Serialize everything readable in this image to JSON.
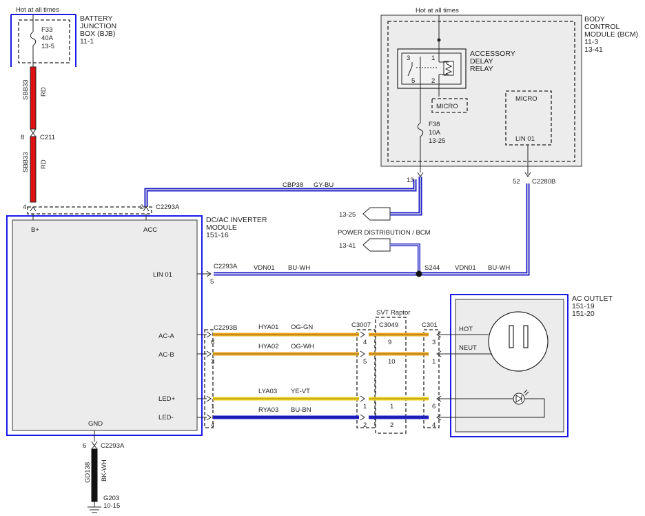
{
  "bjb": {
    "hot_label": "Hot at all times",
    "title_lines": [
      "BATTERY",
      "JUNCTION",
      "BOX (BJB)",
      "11-1"
    ],
    "fuse_lines": [
      "F33",
      "40A",
      "13-5"
    ]
  },
  "bcm": {
    "hot_label": "Hot at all times",
    "title_lines": [
      "BODY",
      "CONTROL",
      "MODULE (BCM)",
      "11-3",
      "13-41"
    ],
    "relay_lines": [
      "ACCESSORY",
      "DELAY",
      "RELAY"
    ],
    "relay_pins": [
      "3",
      "1",
      "5",
      "2"
    ],
    "micro_small": "MICRO",
    "micro_big": "MICRO",
    "lin_label": "LIN 01",
    "fuse_lines": [
      "F38",
      "10A",
      "13-25"
    ],
    "pin_13": "13",
    "pin_52": "52",
    "connector": "C2280B"
  },
  "wires": {
    "sbb33_upper": "SBB33",
    "rd_upper": "RD",
    "c211_pin": "8",
    "c211": "C211",
    "sbb33_lower": "SBB33",
    "rd_lower": "RD",
    "cbp38": "CBP38",
    "gy_bu": "GY-BU",
    "ref_1325": "13-25",
    "power_dist": "POWER DISTRIBUTION / BCM",
    "ref_1341": "13-41",
    "s244": "S244",
    "vdn01_left": "VDN01",
    "bu_wh_left": "BU-WH",
    "vdn01_right": "VDN01",
    "bu_wh_right": "BU-WH"
  },
  "inverter": {
    "title_lines": [
      "DC/AC INVERTER",
      "MODULE",
      "151-16"
    ],
    "bplus": "B+",
    "acc": "ACC",
    "pin_bplus": "4",
    "pin_acc": "2",
    "conn_top": "C2293A",
    "lin": "LIN 01",
    "conn_lin": "C2293A",
    "pin_lin": "5",
    "ac_a": "AC-A",
    "ac_b": "AC-B",
    "led_plus": "LED+",
    "led_minus": "LED-",
    "gnd": "GND",
    "conn_b": "C2293B",
    "pins_left": [
      "6",
      "3",
      "1",
      "4"
    ],
    "pin_gnd": "6",
    "conn_gnd": "C2293A"
  },
  "circuits": [
    {
      "id": "HYA01",
      "color": "OG-GN"
    },
    {
      "id": "HYA02",
      "color": "OG-WH"
    },
    {
      "id": "LYA03",
      "color": "YE-VT"
    },
    {
      "id": "RYA03",
      "color": "BU-BN"
    }
  ],
  "connectors": {
    "c3007": "C3007",
    "c3049": "C3049",
    "c301": "C301",
    "svt": "SVT Raptor",
    "c3007_pins": [
      "4",
      "5",
      "1",
      "2"
    ],
    "c3049_pins": [
      "9",
      "10",
      "1",
      "2"
    ],
    "c301_pins": [
      "3",
      "1",
      "6",
      "4"
    ]
  },
  "outlet": {
    "title_lines": [
      "AC OUTLET",
      "151-19",
      "151-20"
    ],
    "hot": "HOT",
    "neut": "NEUT"
  },
  "ground": {
    "wire": "GD138",
    "color": "BK-WH",
    "id": "G203",
    "ref": "10-15"
  },
  "colors": {
    "frame_blue": "#1a1ae6",
    "wire_red": "#dd1111",
    "wire_blue": "#1a1acc",
    "wire_orange": "#f0a81c",
    "wire_yellow": "#f5d21a",
    "wire_black": "#111111"
  }
}
